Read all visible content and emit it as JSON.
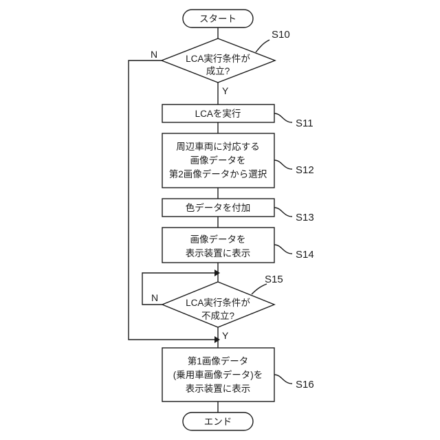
{
  "terminals": {
    "start": "スタート",
    "end": "エンド"
  },
  "steps": {
    "s10": {
      "id": "S10",
      "lines": [
        "LCA実行条件が",
        "成立?"
      ]
    },
    "s11": {
      "id": "S11",
      "lines": [
        "LCAを実行"
      ]
    },
    "s12": {
      "id": "S12",
      "lines": [
        "周辺車両に対応する",
        "画像データを",
        "第2画像データから選択"
      ]
    },
    "s13": {
      "id": "S13",
      "lines": [
        "色データを付加"
      ]
    },
    "s14": {
      "id": "S14",
      "lines": [
        "画像データを",
        "表示装置に表示"
      ]
    },
    "s15": {
      "id": "S15",
      "lines": [
        "LCA実行条件が",
        "不成立?"
      ]
    },
    "s16": {
      "id": "S16",
      "lines": [
        "第1画像データ",
        "(乗用車画像データ)を",
        "表示装置に表示"
      ]
    }
  },
  "branch_labels": {
    "yes": "Y",
    "no": "N"
  }
}
